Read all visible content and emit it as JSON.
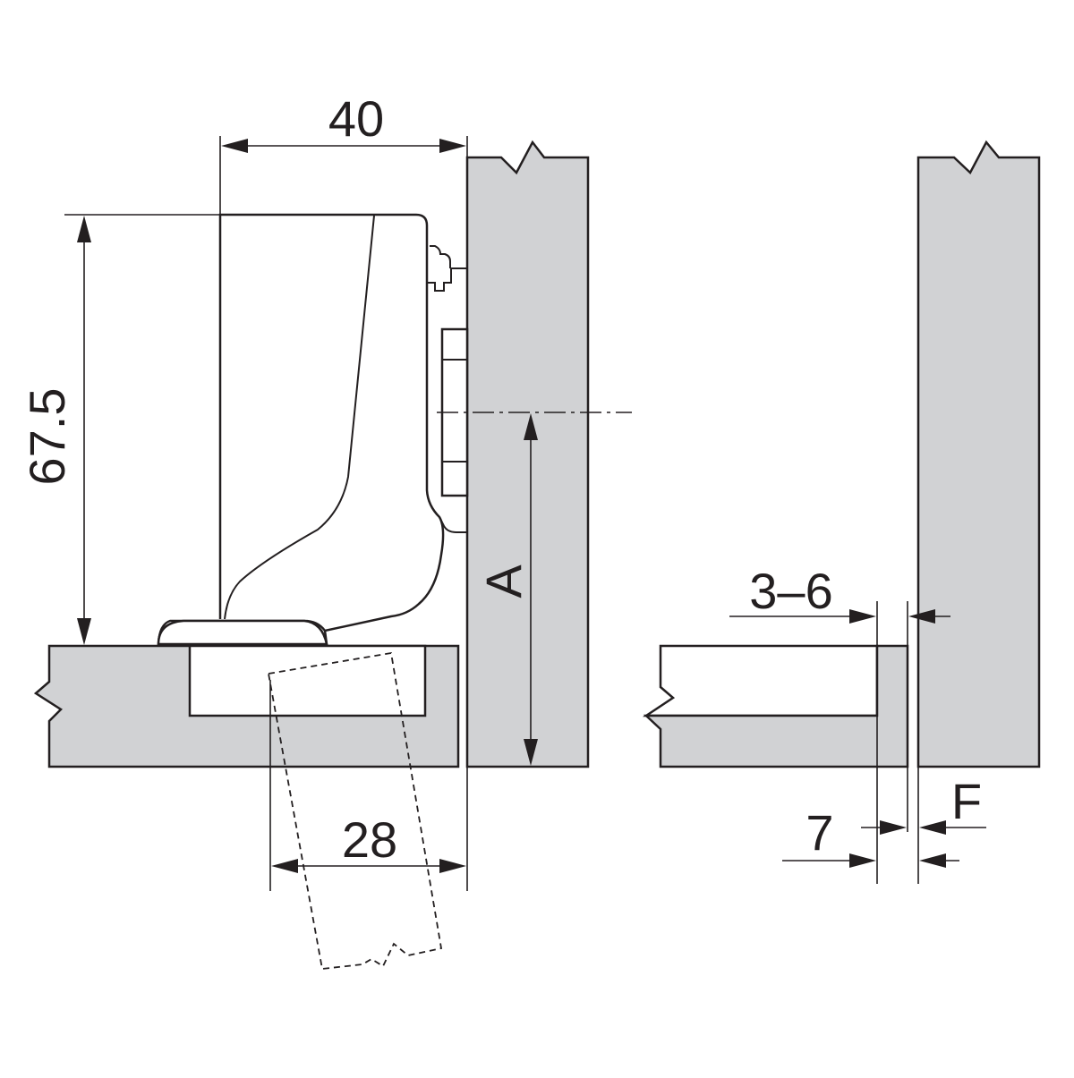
{
  "dimensions": {
    "arm_width": "40",
    "hinge_height": "67.5",
    "cup_distance": "28",
    "drilling_distance": "A",
    "gap_range": "3–6",
    "door_offset": "7",
    "overlay": "F"
  },
  "colors": {
    "panel_fill": "#d1d2d4",
    "line": "#231f20",
    "background": "#ffffff"
  }
}
